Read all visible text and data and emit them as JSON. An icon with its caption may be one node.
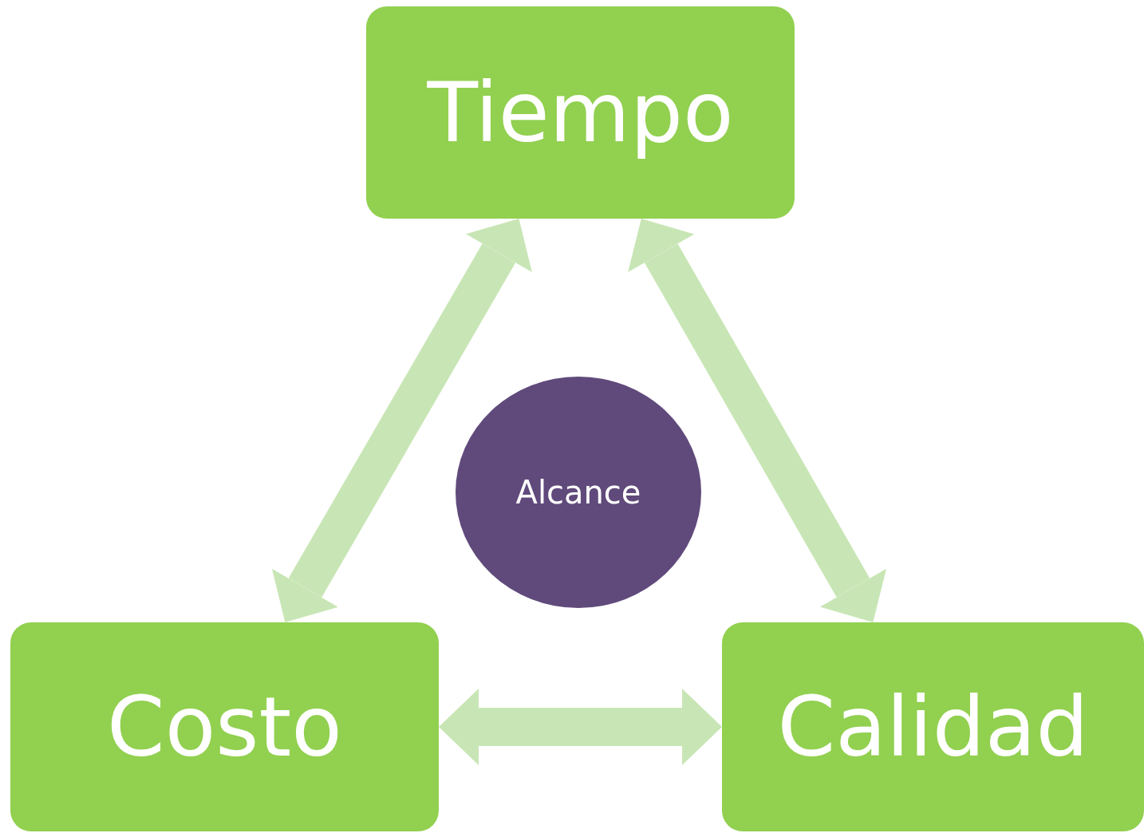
{
  "diagram": {
    "nodes": [
      {
        "text": [
          "Tiempo"
        ]
      },
      {
        "text": [
          "Alcance"
        ]
      },
      {
        "text": [
          "Costo"
        ]
      },
      {
        "text": [
          "Calidad"
        ]
      }
    ],
    "edges": [
      {
        "from": 0,
        "to": 2,
        "arrow": "both"
      },
      {
        "from": 0,
        "to": 3,
        "arrow": "both"
      },
      {
        "from": 2,
        "to": 3,
        "arrow": "both"
      }
    ]
  }
}
